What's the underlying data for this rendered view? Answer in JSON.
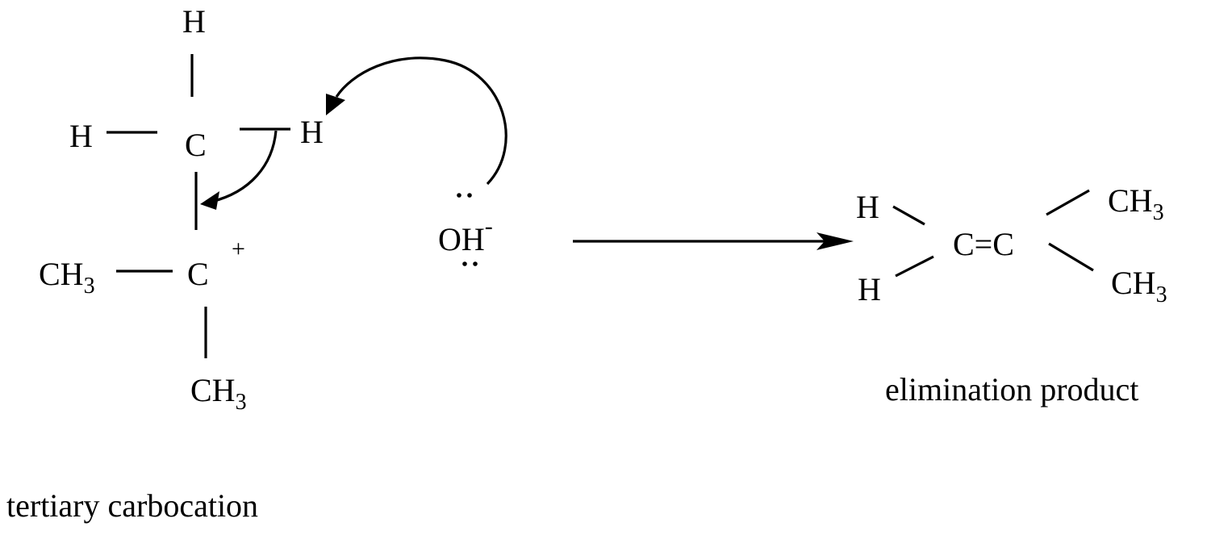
{
  "reactant": {
    "methyl_top_h": "H",
    "methyl_left_h": "H",
    "methyl_carbon": "C",
    "methyl_right_h": "H",
    "cation_carbon": "C",
    "cation_charge": "+",
    "left_methyl": {
      "main": "CH",
      "sub": "3"
    },
    "bottom_methyl": {
      "main": "CH",
      "sub": "3"
    }
  },
  "base": {
    "main": "OH",
    "charge": "-"
  },
  "product": {
    "h_top": "H",
    "h_bottom": "H",
    "double_bond": "C=C",
    "ch3_top": {
      "main": "CH",
      "sub": "3"
    },
    "ch3_bottom": {
      "main": "CH",
      "sub": "3"
    }
  },
  "labels": {
    "reactant_caption": "tertiary carbocation",
    "product_caption": "elimination product"
  }
}
